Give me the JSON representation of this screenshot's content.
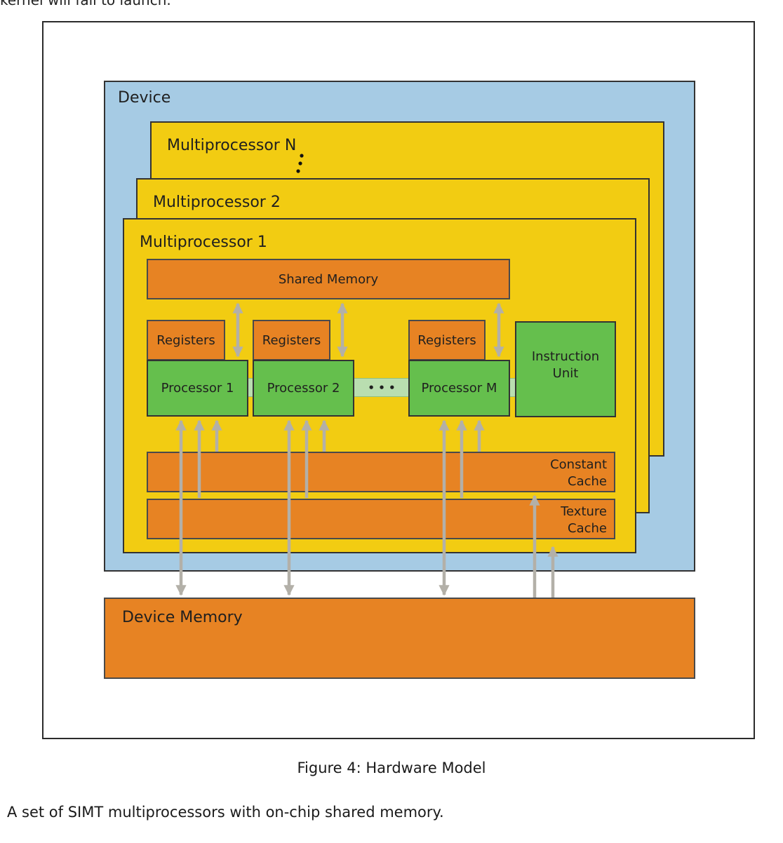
{
  "prev_text": "kernel will fail to launch.",
  "diagram": {
    "device_label": "Device",
    "multiprocessors": {
      "n": "Multiprocessor N",
      "two": "Multiprocessor 2",
      "one": "Multiprocessor 1"
    },
    "shared_memory": "Shared Memory",
    "registers": [
      "Registers",
      "Registers",
      "Registers"
    ],
    "processors": [
      "Processor 1",
      "Processor 2",
      "Processor M"
    ],
    "ellipsis": "• • •",
    "instruction_unit": [
      "Instruction",
      "Unit"
    ],
    "constant_cache": [
      "Constant",
      "Cache"
    ],
    "texture_cache": [
      "Texture",
      "Cache"
    ],
    "device_memory": "Device Memory"
  },
  "caption": "Figure 4: Hardware Model",
  "paragraph": "A set of SIMT multiprocessors with on-chip shared memory."
}
